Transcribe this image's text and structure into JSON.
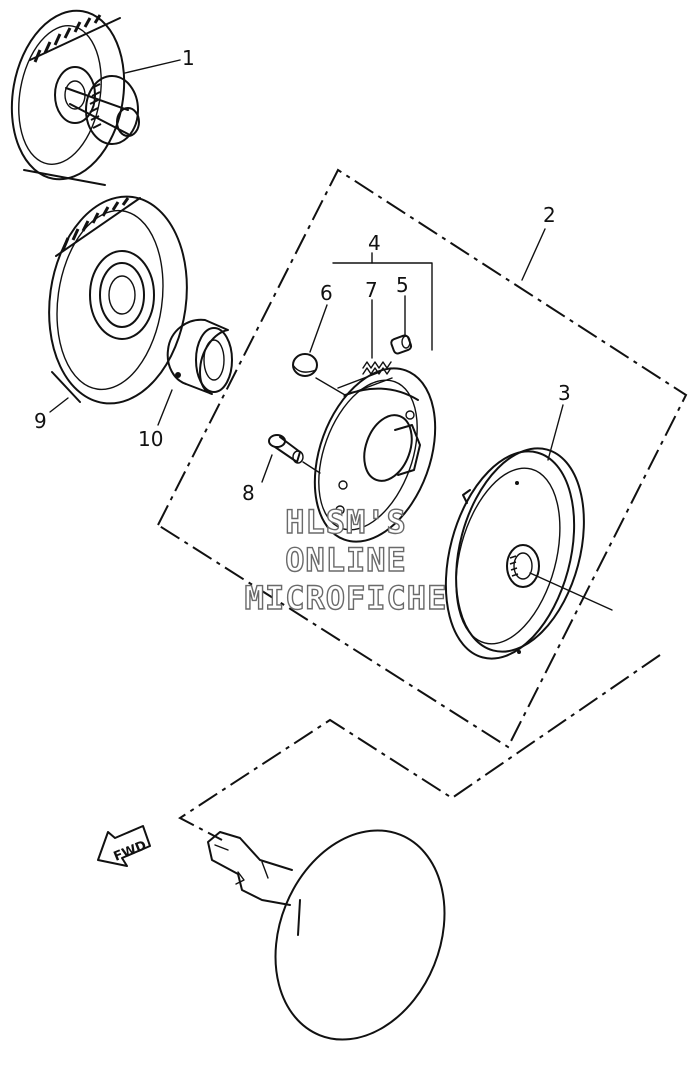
{
  "diagram": {
    "callouts": [
      "1",
      "2",
      "3",
      "4",
      "5",
      "6",
      "7",
      "8",
      "9",
      "10"
    ],
    "direction_arrow": "FWD",
    "watermark": {
      "line1": "HLSM'S",
      "line2": "ONLINE",
      "line3": "MICROFICHE"
    }
  },
  "icons": {
    "direction": "arrow-icon"
  }
}
